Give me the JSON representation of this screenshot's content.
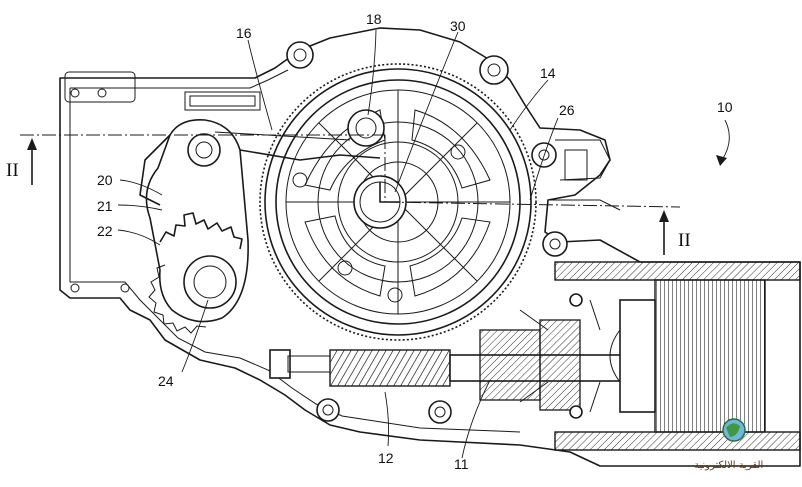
{
  "labels": {
    "l10": "10",
    "l11": "11",
    "l12": "12",
    "l14": "14",
    "l16": "16",
    "l18": "18",
    "l20": "20",
    "l21": "21",
    "l22": "22",
    "l24": "24",
    "l26": "26",
    "l30": "30"
  },
  "section_marks": {
    "left": "II",
    "right": "II"
  },
  "watermark": {
    "text": "القرية الالكترونية",
    "logo": "globe-logo"
  },
  "colors": {
    "ink": "#1a1a1a",
    "background": "#ffffff"
  }
}
